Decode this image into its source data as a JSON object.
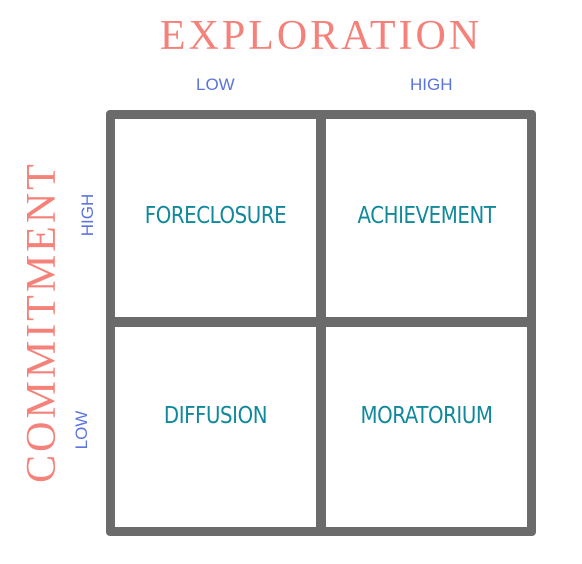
{
  "title_x": "EXPLORATION",
  "title_y": "COMMITMENT",
  "x_levels": {
    "low": "LOW",
    "high": "HIGH"
  },
  "y_levels": {
    "high": "HIGH",
    "low": "LOW"
  },
  "quadrants": {
    "high_commitment_low_exploration": "FORECLOSURE",
    "high_commitment_high_exploration": "ACHIEVEMENT",
    "low_commitment_low_exploration": "DIFFUSION",
    "low_commitment_high_exploration": "MORATORIUM"
  },
  "colors": {
    "axis_title": "#f4827a",
    "level_label": "#5b74e0",
    "quadrant_label": "#11899c",
    "grid_line": "#6b6b6b"
  }
}
